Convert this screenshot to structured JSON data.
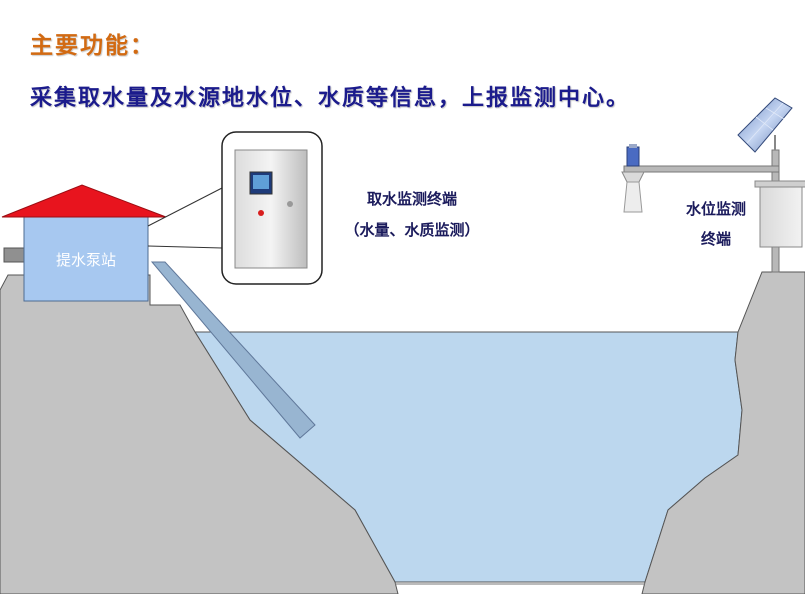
{
  "heading": "主要功能：",
  "subtitle": "采集取水量及水源地水位、水质等信息，上报监测中心。",
  "pump_station_label": "提水泵站",
  "intake_terminal": {
    "line1": "取水监测终端",
    "line2": "（水量、水质监测）"
  },
  "level_terminal": {
    "line1": "水位监测",
    "line2": "终端"
  },
  "colors": {
    "heading": "#d26a12",
    "subtitle": "#1b1b8c",
    "ground": "#c3c3c3",
    "water": "#bcd7ee",
    "roof": "#e8141e",
    "station": "#a7c8f0",
    "label_text": "#1b1b5c"
  }
}
